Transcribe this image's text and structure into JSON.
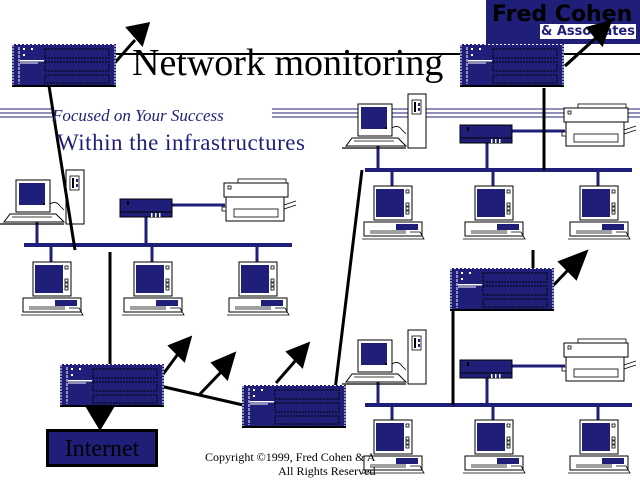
{
  "title": "Network monitoring",
  "tagline": "Focused on Your Success",
  "subtitle": "Within the infrastructures",
  "brand": {
    "name": "Fred Cohen",
    "sub": "& Associates",
    "color": "#1f1f7a"
  },
  "internet_label": "Internet",
  "copyright": {
    "line1": "Copyright ©1999, Fred Cohen & A",
    "line2": "All Rights Reserved"
  },
  "colors": {
    "network_blue": "#1f1f7a",
    "link_black": "#000000",
    "background": "#ffffff"
  },
  "diagram": {
    "monitors": [
      "top-left-monitor",
      "top-right-monitor",
      "middle-right-monitor",
      "bottom-left-monitor",
      "bottom-middle-monitor"
    ],
    "lans": [
      "left-lan",
      "upper-right-lan",
      "lower-right-lan"
    ],
    "icons": [
      "workstation-icon",
      "desktop-pc-icon",
      "hub-icon",
      "printer-icon",
      "router-icon",
      "arrow-icon"
    ]
  }
}
